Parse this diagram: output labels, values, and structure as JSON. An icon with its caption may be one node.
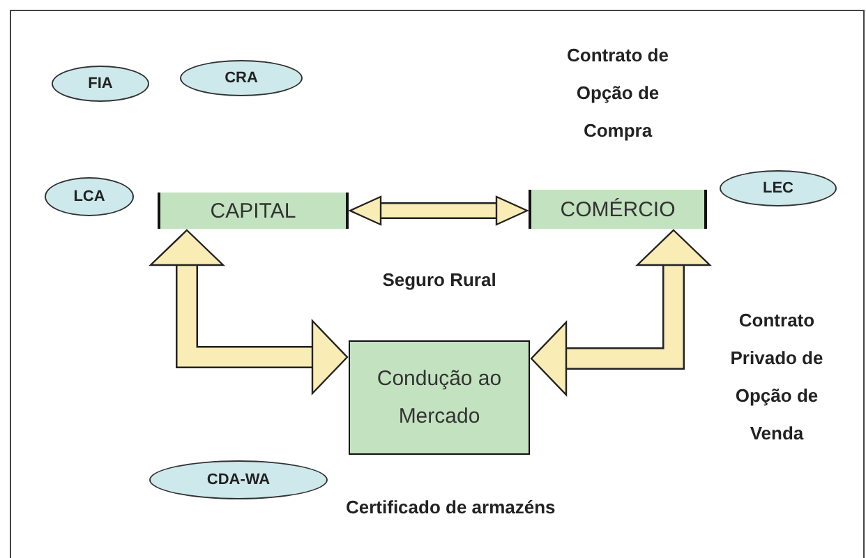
{
  "diagram": {
    "nodes": [
      {
        "text": [
          "FIA"
        ]
      },
      {
        "text": [
          "CRA"
        ]
      },
      {
        "text": [
          "LCA"
        ]
      },
      {
        "text": [
          "LEC"
        ]
      },
      {
        "text": [
          "CAPITAL"
        ]
      },
      {
        "text": [
          "COMÉRCIO"
        ]
      },
      {
        "text": [
          "Condução ao Mercado"
        ]
      },
      {
        "text": [
          "CDA-WA"
        ]
      }
    ],
    "edges": [
      {
        "from": 4,
        "to": 5,
        "arrow": "both"
      },
      {
        "from": 4,
        "to": 6,
        "arrow": "both"
      },
      {
        "from": 5,
        "to": 6,
        "arrow": "both"
      }
    ],
    "labels": [
      "Contrato de Opção de Compra",
      "Seguro Rural",
      "Contrato Privado de Opção de Venda",
      "Certificado de armazéns"
    ]
  }
}
